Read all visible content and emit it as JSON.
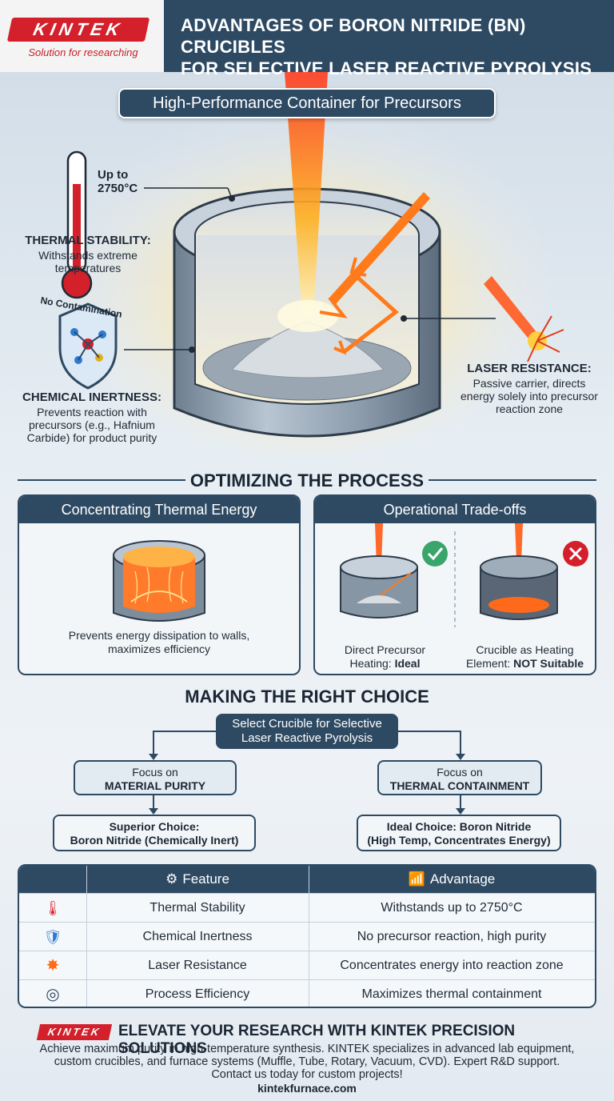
{
  "brand": {
    "logo_text": "KINTEK",
    "tagline": "Solution for researching",
    "red": "#d3202b",
    "navy": "#2e4a63"
  },
  "header": {
    "title_line1": "ADVANTAGES OF BORON NITRIDE (BN) CRUCIBLES",
    "title_line2": "FOR SELECTIVE LASER REACTIVE PYROLYSIS"
  },
  "hero": {
    "subtitle": "High-Performance Container for Precursors",
    "thermal": {
      "temp_line1": "Up to",
      "temp_line2": "2750°C",
      "heading": "THERMAL STABILITY:",
      "desc_line1": "Withstands extreme",
      "desc_line2": "temperatures",
      "icon": "thermometer-icon"
    },
    "chemical": {
      "badge": "No Contamination",
      "heading": "CHEMICAL INERTNESS:",
      "desc_line1": "Prevents reaction with",
      "desc_line2": "precursors (e.g., Hafnium",
      "desc_line3": "Carbide) for product purity",
      "icon": "shield-molecule-icon"
    },
    "laser": {
      "heading": "LASER RESISTANCE:",
      "desc_line1": "Passive carrier, directs",
      "desc_line2": "energy solely into precursor",
      "desc_line3": "reaction zone",
      "icon": "laser-burst-icon"
    }
  },
  "process": {
    "heading": "OPTIMIZING THE PROCESS",
    "left_panel": {
      "title": "Concentrating Thermal Energy",
      "caption_line1": "Prevents energy dissipation to walls,",
      "caption_line2": "maximizes efficiency"
    },
    "right_panel": {
      "title": "Operational Trade-offs",
      "good_line1": "Direct Precursor",
      "good_line2_a": "Heating: ",
      "good_line2_b": "Ideal",
      "bad_line1": "Crucible as Heating",
      "bad_line2_a": "Element: ",
      "bad_line2_b": "NOT Suitable"
    }
  },
  "choice": {
    "heading": "MAKING THE RIGHT CHOICE",
    "root_line1": "Select Crucible for Selective",
    "root_line2": "Laser Reactive Pyrolysis",
    "left_focus_line1": "Focus on",
    "left_focus_line2": "MATERIAL PURITY",
    "left_result_line1": "Superior Choice:",
    "left_result_line2": "Boron Nitride (Chemically Inert)",
    "right_focus_line1": "Focus on",
    "right_focus_line2": "THERMAL CONTAINMENT",
    "right_result_line1": "Ideal Choice: Boron Nitride",
    "right_result_line2": "(High Temp, Concentrates Energy)"
  },
  "table": {
    "headers": [
      "Feature",
      "Advantage"
    ],
    "rows": [
      {
        "icon": "thermometer-icon",
        "feature": "Thermal Stability",
        "advantage": "Withstands up to 2750°C"
      },
      {
        "icon": "shield-check-icon",
        "feature": "Chemical Inertness",
        "advantage": "No precursor reaction, high purity"
      },
      {
        "icon": "laser-burst-icon",
        "feature": "Laser Resistance",
        "advantage": "Concentrates energy into reaction zone"
      },
      {
        "icon": "target-icon",
        "feature": "Process Efficiency",
        "advantage": "Maximizes thermal containment"
      }
    ]
  },
  "footer": {
    "logo_text": "KINTEK",
    "title": "ELEVATE YOUR RESEARCH WITH KINTEK PRECISION SOLUTIONS",
    "body_line1": "Achieve maximum purity in high-temperature synthesis. KINTEK specializes in advanced lab equipment,",
    "body_line2": "custom crucibles, and furnace systems (Muffle, Tube, Rotary, Vacuum, CVD). Expert R&D support.",
    "body_line3": "Contact us today for custom projects!",
    "url": "kintekfurnace.com"
  }
}
